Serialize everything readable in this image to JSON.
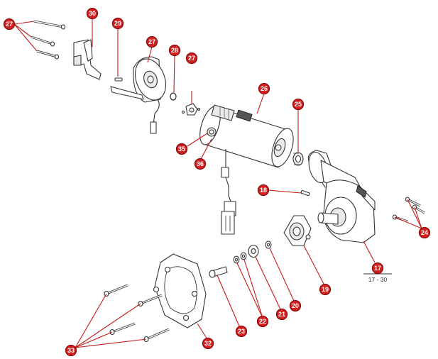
{
  "diagram": {
    "callouts": [
      {
        "id": "c27a",
        "label": "27"
      },
      {
        "id": "c30",
        "label": "30"
      },
      {
        "id": "c29",
        "label": "29"
      },
      {
        "id": "c27b",
        "label": "27"
      },
      {
        "id": "c28",
        "label": "28"
      },
      {
        "id": "c27c",
        "label": "27"
      },
      {
        "id": "c26",
        "label": "26"
      },
      {
        "id": "c25",
        "label": "25"
      },
      {
        "id": "c35",
        "label": "35"
      },
      {
        "id": "c36",
        "label": "36"
      },
      {
        "id": "c18",
        "label": "18"
      },
      {
        "id": "c24",
        "label": "24"
      },
      {
        "id": "c17",
        "label": "17"
      },
      {
        "id": "c19",
        "label": "19"
      },
      {
        "id": "c20",
        "label": "20"
      },
      {
        "id": "c21",
        "label": "21"
      },
      {
        "id": "c22",
        "label": "22"
      },
      {
        "id": "c23",
        "label": "23"
      },
      {
        "id": "c32",
        "label": "32"
      },
      {
        "id": "c33",
        "label": "33"
      }
    ],
    "range_label": "17 - 30"
  }
}
